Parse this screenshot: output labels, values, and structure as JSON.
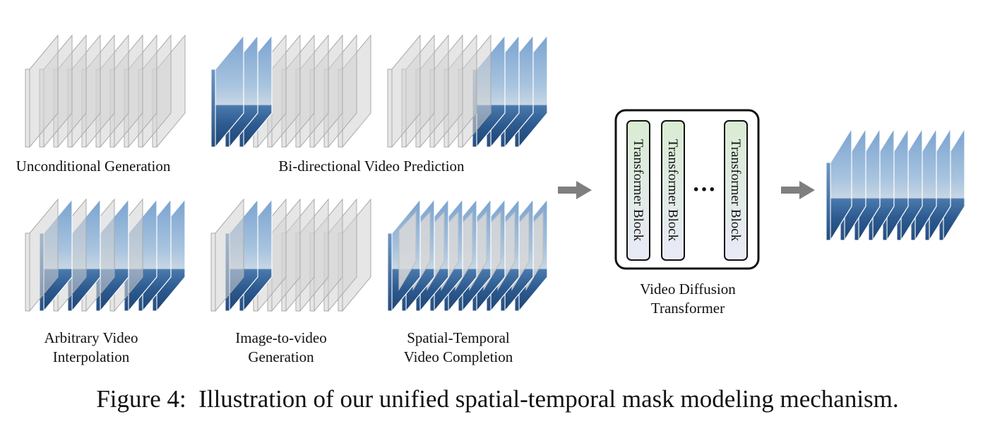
{
  "labels": {
    "unconditional": "Unconditional Generation",
    "bidirectional": "Bi-directional Video Prediction",
    "interpolation_line1": "Arbitrary Video",
    "interpolation_line2": "Interpolation",
    "i2v_line1": "Image-to-video",
    "i2v_line2": "Generation",
    "stcompletion_line1": "Spatial-Temporal",
    "stcompletion_line2": "Video Completion"
  },
  "model": {
    "block_label": "Transformer Block",
    "ellipsis": "···",
    "name_line1": "Video Diffusion",
    "name_line2": "Transformer"
  },
  "caption": {
    "number": "Figure 4:",
    "text": "Illustration of our unified spatial-temporal mask modeling mechanism."
  },
  "colors": {
    "masked_frame": "#d2d2d2",
    "frame_edge": "#a9a9a9",
    "sky": "#9fbfdc",
    "sea": "#2f5f95",
    "block_top": "#d9ecd2",
    "block_bottom": "#e7e9f8",
    "arrow": "#7f7f7f"
  },
  "panels": [
    {
      "id": "unconditional",
      "frames": [
        0,
        0,
        0,
        0,
        0,
        0,
        0,
        0,
        0,
        0
      ]
    },
    {
      "id": "bidirectional",
      "frames": [
        1,
        1,
        1,
        0,
        0,
        0,
        0,
        0,
        0,
        0
      ]
    },
    {
      "id": "bidirectional-end",
      "frames": [
        0,
        0,
        0,
        0,
        0,
        0,
        1,
        1,
        1,
        1
      ]
    },
    {
      "id": "interpolation",
      "frames": [
        0,
        1,
        0,
        1,
        0,
        1,
        0,
        1,
        1,
        1
      ]
    },
    {
      "id": "image-to-video",
      "frames": [
        0,
        1,
        1,
        0,
        0,
        0,
        0,
        0,
        0,
        0
      ]
    },
    {
      "id": "spatial-temporal",
      "frames": [
        2,
        2,
        2,
        2,
        2,
        2,
        2,
        2,
        2,
        2
      ]
    },
    {
      "id": "output",
      "frames": [
        1,
        1,
        1,
        1,
        1,
        1,
        1,
        1,
        1
      ]
    }
  ]
}
